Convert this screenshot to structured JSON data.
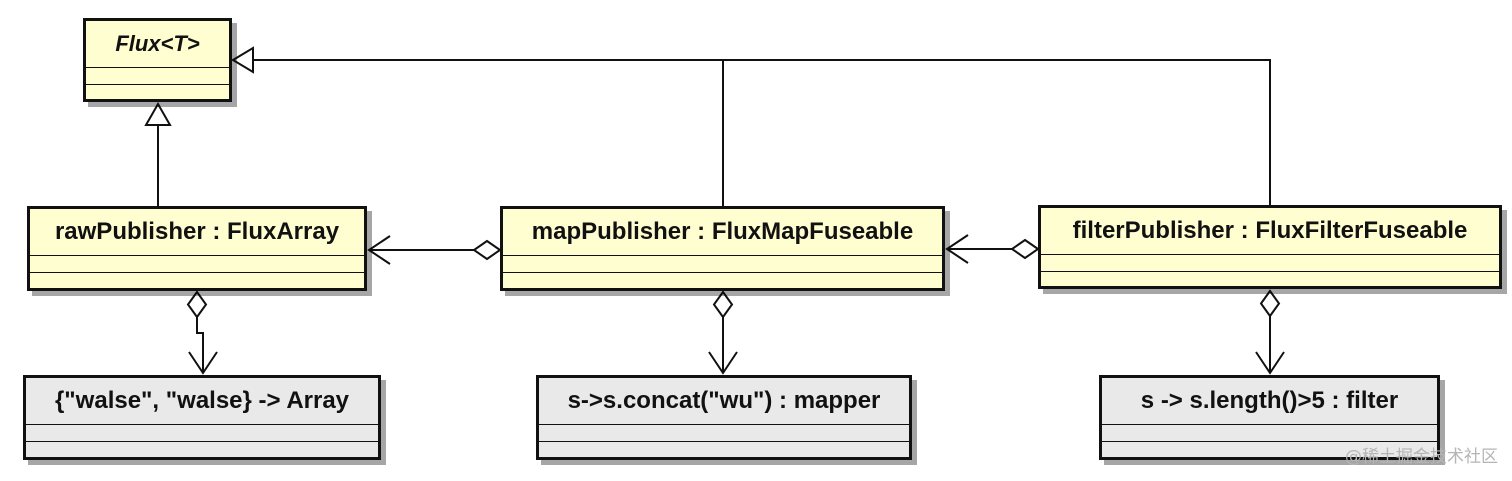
{
  "diagram": {
    "classes": {
      "flux": {
        "name": "Flux<T>"
      },
      "raw_publisher": {
        "name": "rawPublisher : FluxArray"
      },
      "map_publisher": {
        "name": "mapPublisher : FluxMapFuseable"
      },
      "filter_publisher": {
        "name": "filterPublisher : FluxFilterFuseable"
      },
      "array_source": {
        "name": "{\"walse\", \"walse} -> Array"
      },
      "mapper": {
        "name": "s->s.concat(\"wu\") : mapper"
      },
      "filter_fn": {
        "name": "s -> s.length()>5 : filter"
      }
    },
    "colors": {
      "publisher_fill": "#fffed0",
      "value_fill": "#e9e9e9",
      "stroke": "#111111"
    }
  },
  "watermark": "@稀土掘金技术社区"
}
